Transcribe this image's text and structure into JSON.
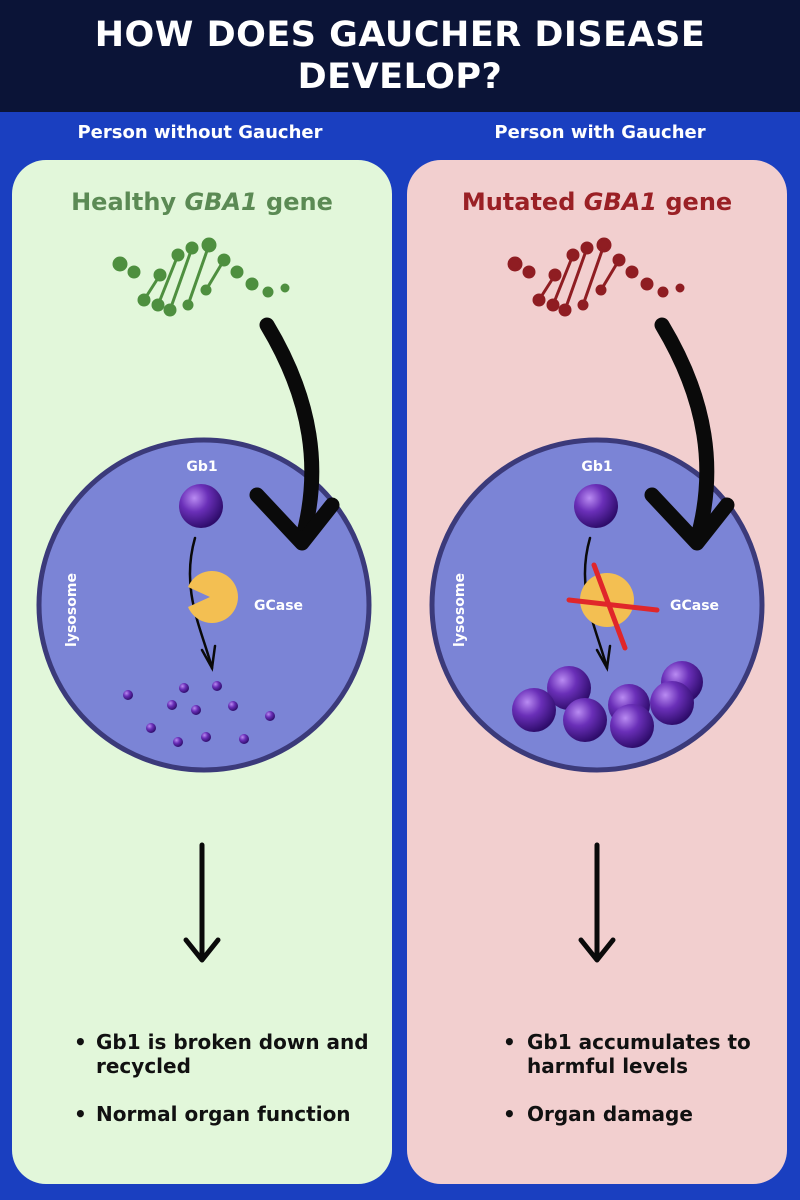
{
  "title": {
    "line1": "HOW DOES GAUCHER DISEASE",
    "line2": "DEVELOP?"
  },
  "colors": {
    "background": "#1a3fc0",
    "header": "#0b1437",
    "healthy_panel": "#e2f7da",
    "gaucher_panel": "#f2cfcf",
    "healthy_accent": "#5b8a54",
    "gaucher_accent": "#9a2025",
    "lysosome": "#7b84d6",
    "gb1": "#6a2fb8",
    "gcase": "#f3bf52"
  },
  "left": {
    "column_label": "Person without Gaucher",
    "gene_prefix": "Healthy ",
    "gene_name": "GBA1",
    "gene_suffix": " gene",
    "gb1_label": "Gb1",
    "gcase_label": "GCase",
    "lysosome_label": "lysosome",
    "bullets": [
      "Gb1 is broken down and recycled",
      "Normal organ function"
    ]
  },
  "right": {
    "column_label": "Person with Gaucher",
    "gene_prefix": "Mutated ",
    "gene_name": "GBA1",
    "gene_suffix": " gene",
    "gb1_label": "Gb1",
    "gcase_label": "GCase",
    "lysosome_label": "lysosome",
    "bullets": [
      "Gb1 accumulates to harmful levels",
      "Organ damage"
    ]
  }
}
